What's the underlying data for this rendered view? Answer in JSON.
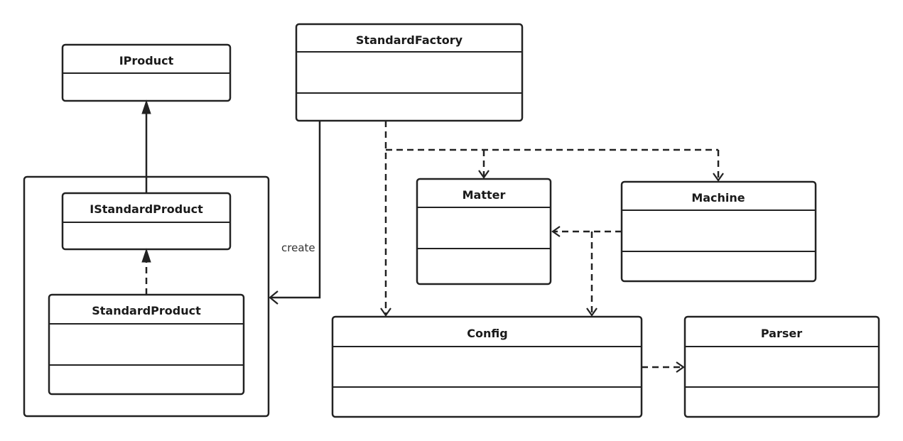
{
  "classes": {
    "iproduct": "IProduct",
    "istandard_product": "IStandardProduct",
    "standard_product": "StandardProduct",
    "standard_factory": "StandardFactory",
    "matter": "Matter",
    "machine": "Machine",
    "config": "Config",
    "parser": "Parser"
  },
  "relations": {
    "create_label": "create"
  }
}
